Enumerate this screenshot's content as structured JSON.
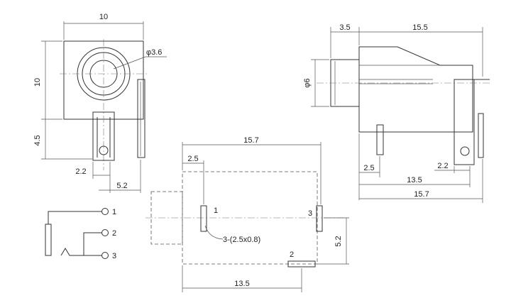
{
  "front_view": {
    "width": "10",
    "height": "10",
    "hole": "φ3.6",
    "tab_height": "4.5",
    "tab_width": "2.2",
    "pin_offset": "5.2"
  },
  "side_view": {
    "head_length": "3.5",
    "body_length": "15.5",
    "diameter": "φ6",
    "pin_a": "2.5",
    "pin_b": "2.2",
    "span_inner": "13.5",
    "span_total": "15.7"
  },
  "footprint": {
    "total_length": "15.7",
    "pin1_offset": "2.5",
    "pin_spacing_v": "5.2",
    "pin_spacing_h": "13.5",
    "pad_size": "3-(2.5x0.8)",
    "pin1": "1",
    "pin2": "2",
    "pin3": "3"
  },
  "schematic": {
    "pin1": "1",
    "pin2": "2",
    "pin3": "3"
  }
}
